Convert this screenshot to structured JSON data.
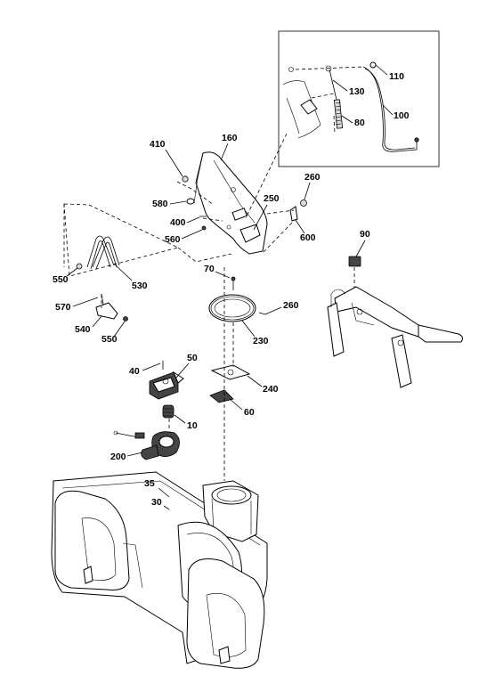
{
  "diagram": {
    "callouts": [
      "110",
      "130",
      "80",
      "100",
      "160",
      "410",
      "260",
      "580",
      "250",
      "400",
      "600",
      "560",
      "90",
      "70",
      "550",
      "530",
      "570",
      "260",
      "540",
      "550",
      "230",
      "40",
      "50",
      "240",
      "60",
      "10",
      "200",
      "35",
      "30"
    ]
  }
}
